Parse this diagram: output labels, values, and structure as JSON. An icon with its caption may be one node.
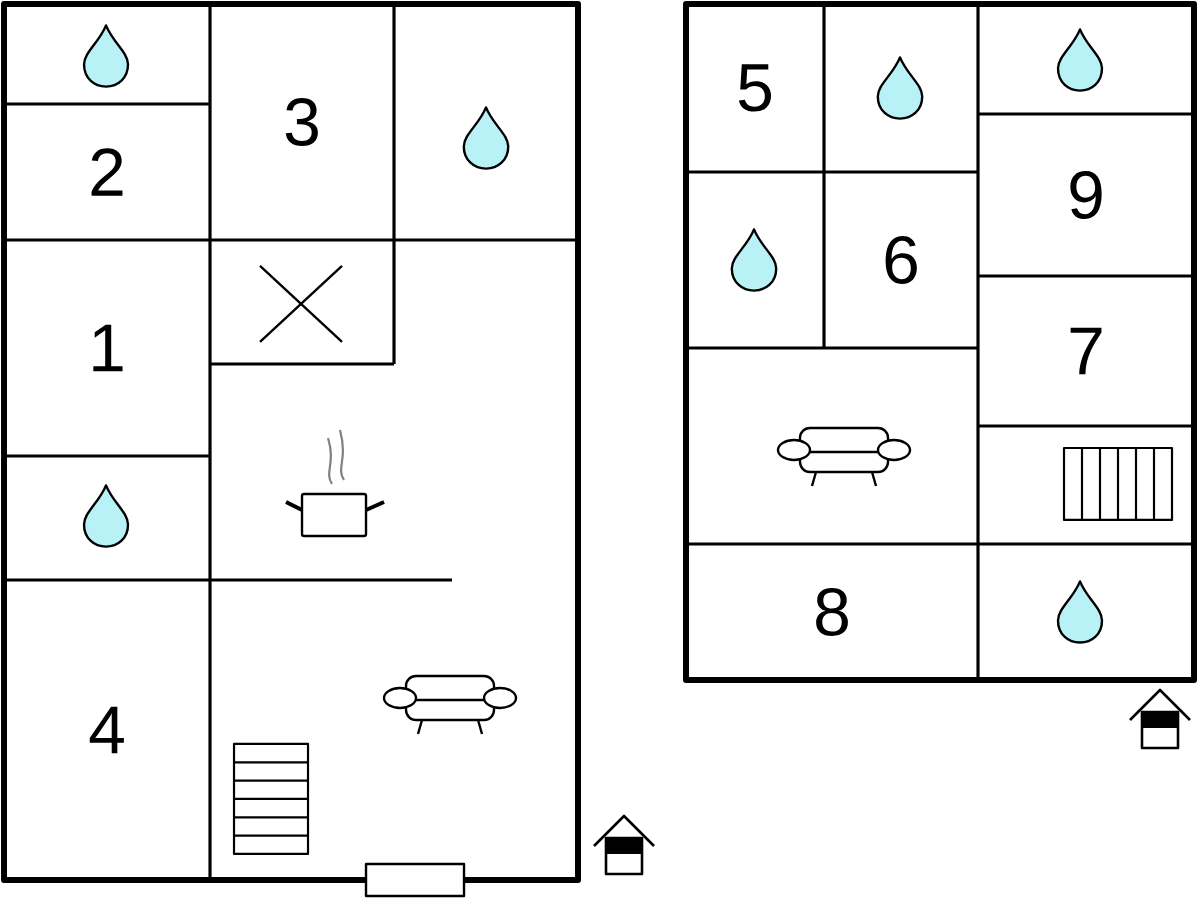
{
  "diagram": {
    "nodes": [
      {
        "text": [
          "3"
        ]
      },
      {
        "text": [
          "2"
        ]
      },
      {
        "text": [
          "1"
        ]
      },
      {
        "text": [
          "4"
        ]
      },
      {
        "text": [
          "5"
        ]
      },
      {
        "text": [
          "9"
        ]
      },
      {
        "text": [
          "6"
        ]
      },
      {
        "text": [
          "7"
        ]
      },
      {
        "text": [
          "8"
        ]
      }
    ]
  }
}
